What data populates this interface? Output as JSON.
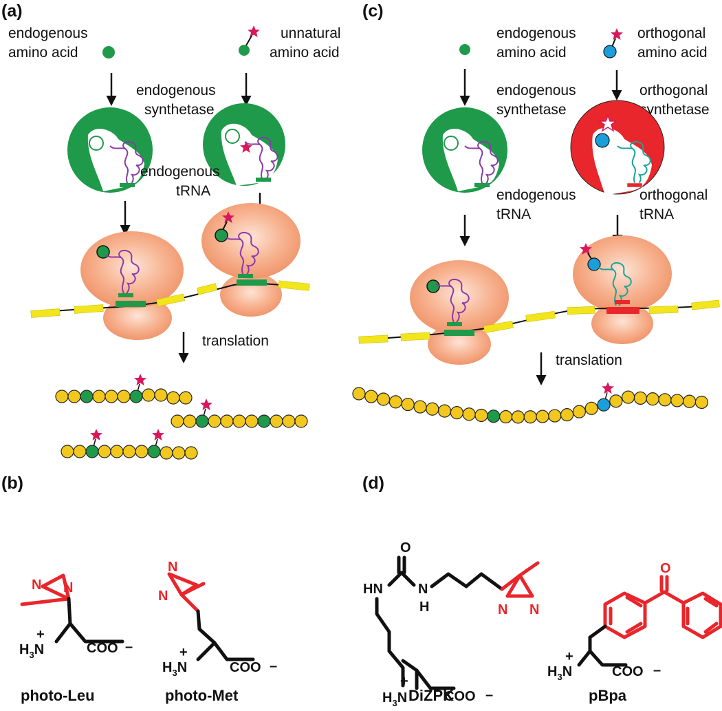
{
  "panels": {
    "a": "(a)",
    "b": "(b)",
    "c": "(c)",
    "d": "(d)"
  },
  "labels": {
    "a_endo_aa": [
      "endogenous",
      "amino acid"
    ],
    "a_unnat_aa": [
      "unnatural",
      "amino acid"
    ],
    "a_endo_synth": [
      "endogenous",
      "synthetase"
    ],
    "a_endo_trna": [
      "endogenous",
      "tRNA"
    ],
    "a_translation": "translation",
    "c_endo_aa": [
      "endogenous",
      "amino acid"
    ],
    "c_orth_aa": [
      "orthogonal",
      "amino acid"
    ],
    "c_endo_synth": [
      "endogenous",
      "synthetase"
    ],
    "c_orth_synth": [
      "orthogonal",
      "synthetase"
    ],
    "c_endo_trna": [
      "endogenous",
      "tRNA"
    ],
    "c_orth_trna": [
      "orthogonal",
      "tRNA"
    ],
    "c_translation": "translation"
  },
  "compounds": {
    "photo_leu": "photo-Leu",
    "photo_met": "photo-Met",
    "dizpk": "DiZPK",
    "pbpa": "pBpa"
  },
  "atoms": {
    "n": "N",
    "h3n_h": "H",
    "h3n_3": "3",
    "h3n_n": "N",
    "plus": "+",
    "coo": "COO",
    "minus": "–",
    "hn": "HN",
    "h": "H",
    "o": "O"
  },
  "colors": {
    "green": "#1f9a4a",
    "red": "#e8262b",
    "magenta": "#d8175c",
    "orange": "#f2a27d",
    "yellow": "#f2e51c",
    "gold": "#f2c81e",
    "blue": "#1a9fdc",
    "purple": "#8a3aa8",
    "teal": "#1aa39a"
  }
}
